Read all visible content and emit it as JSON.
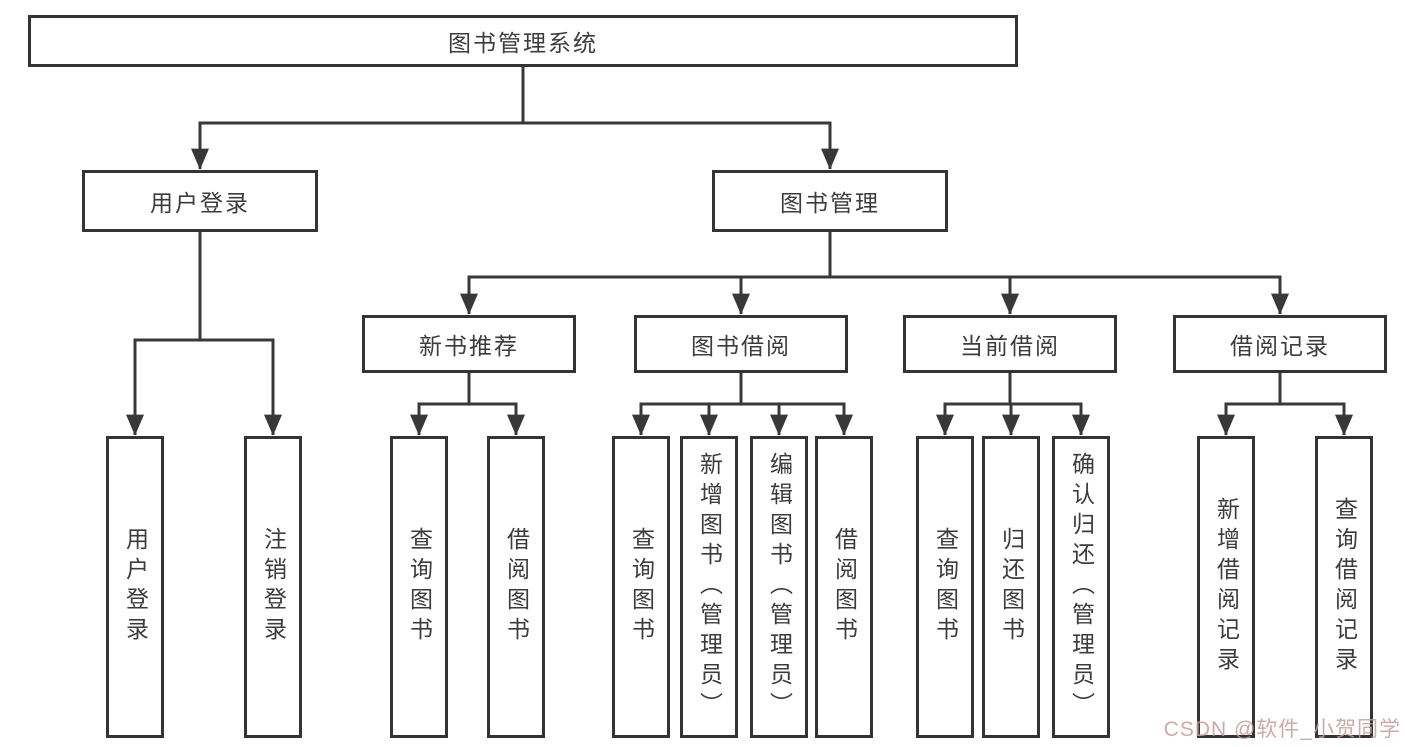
{
  "diagram": {
    "title": "图书管理系统",
    "branches": {
      "user_login": {
        "label": "用户登录",
        "leaves": [
          "用户登录",
          "注销登录"
        ]
      },
      "book_mgmt": {
        "label": "图书管理",
        "sections": {
          "new_books": {
            "label": "新书推荐",
            "leaves": [
              "查询图书",
              "借阅图书"
            ]
          },
          "borrowing": {
            "label": "图书借阅",
            "leaves": [
              "查询图书",
              "新增图书（管理员）",
              "编辑图书（管理员）",
              "借阅图书"
            ]
          },
          "current": {
            "label": "当前借阅",
            "leaves": [
              "查询图书",
              "归还图书",
              "确认归还（管理员）"
            ]
          },
          "records": {
            "label": "借阅记录",
            "leaves": [
              "新增借阅记录",
              "查询借阅记录"
            ]
          }
        }
      }
    }
  },
  "watermark": "CSDN @软件_小贺同学",
  "colors": {
    "line": "#383838",
    "box_border": "#343434",
    "text": "#3c3c3c",
    "watermark": "#c79b9b",
    "background": "#ffffff"
  }
}
